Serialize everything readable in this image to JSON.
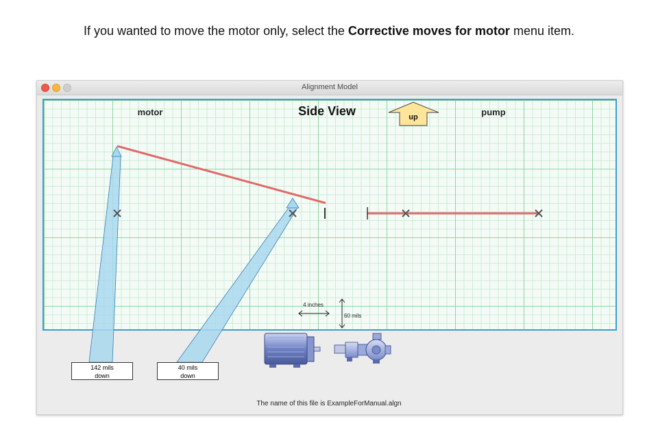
{
  "caption": {
    "prefix": "If you wanted to move the motor only, select the ",
    "menu_item": "Corrective moves for motor",
    "suffix": " menu item."
  },
  "window": {
    "title": "Alignment Model"
  },
  "view": {
    "title": "Side View",
    "motor_label": "motor",
    "pump_label": "pump",
    "up_label": "up"
  },
  "scale": {
    "horizontal": "4 inches",
    "vertical": "60 mils"
  },
  "moves": [
    {
      "amount": "142 mils",
      "direction": "down"
    },
    {
      "amount": "40 mils",
      "direction": "down"
    }
  ],
  "footer": {
    "file_text": "The name of this file is ExampleForManual.algn"
  },
  "colors": {
    "shaft_line": "#e06a6a",
    "grid_border": "#3a9fd1",
    "arrow_fill": "#a9d8ef",
    "up_fill": "#ffe59a"
  }
}
